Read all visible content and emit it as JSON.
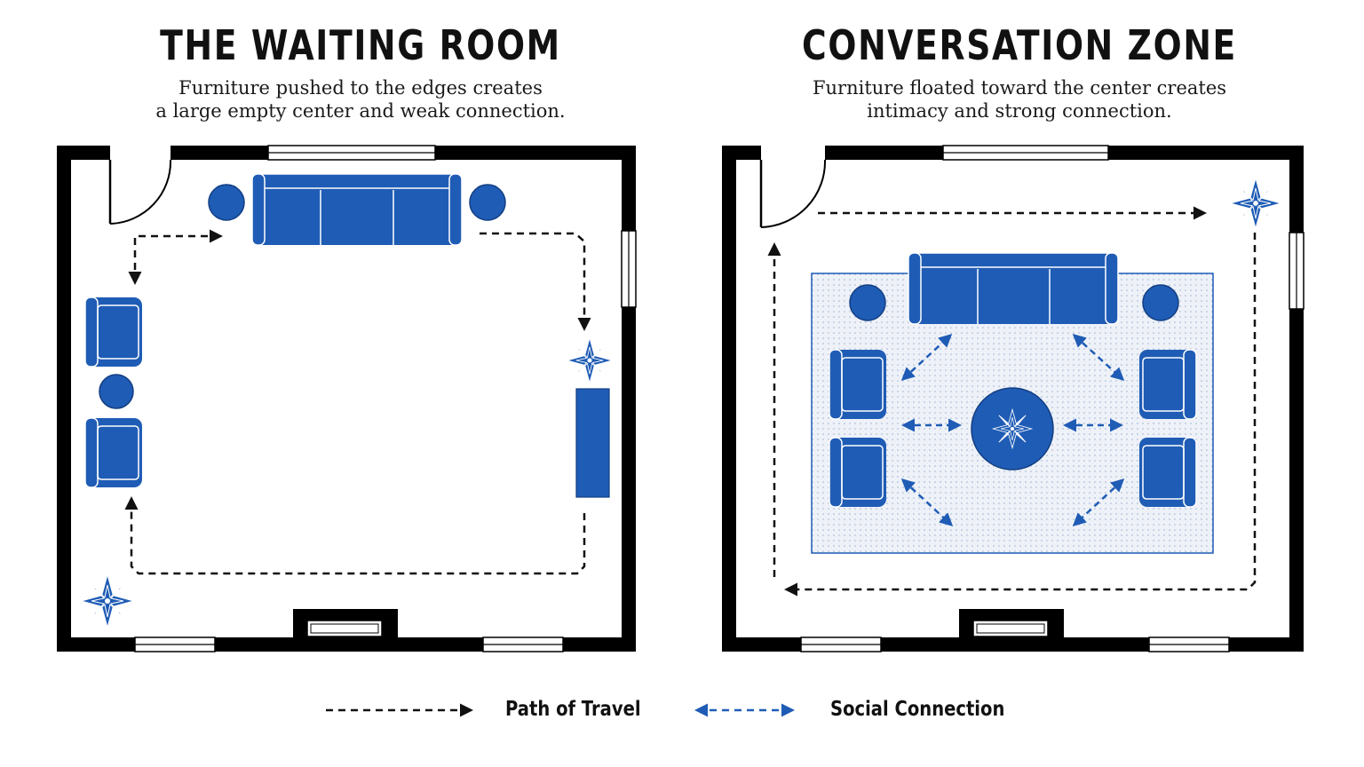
{
  "panels": {
    "left": {
      "title": "THE WAITING ROOM",
      "subtitle_lines": [
        "Furniture pushed to the edges creates",
        "a large empty center and weak connection."
      ]
    },
    "right": {
      "title": "CONVERSATION ZONE",
      "subtitle_lines": [
        "Furniture floated toward the center creates",
        "intimacy and strong connection."
      ]
    }
  },
  "legend": {
    "travel_label": "Path of Travel",
    "social_label": "Social Connection"
  },
  "colors": {
    "furniture_blue": "#1f5cb5",
    "furniture_outline": "#123e82",
    "wall": "#000000",
    "travel_path": "#111111",
    "social_path": "#1f5cb5",
    "rug_fill": "#e9eef6"
  },
  "icons": [
    "sofa-icon",
    "armchair-icon",
    "side-table-icon",
    "plant-icon",
    "console-table-icon",
    "fireplace-icon",
    "coffee-table-icon",
    "rug-icon",
    "door-swing-icon",
    "window-icon",
    "arrow-icon"
  ]
}
